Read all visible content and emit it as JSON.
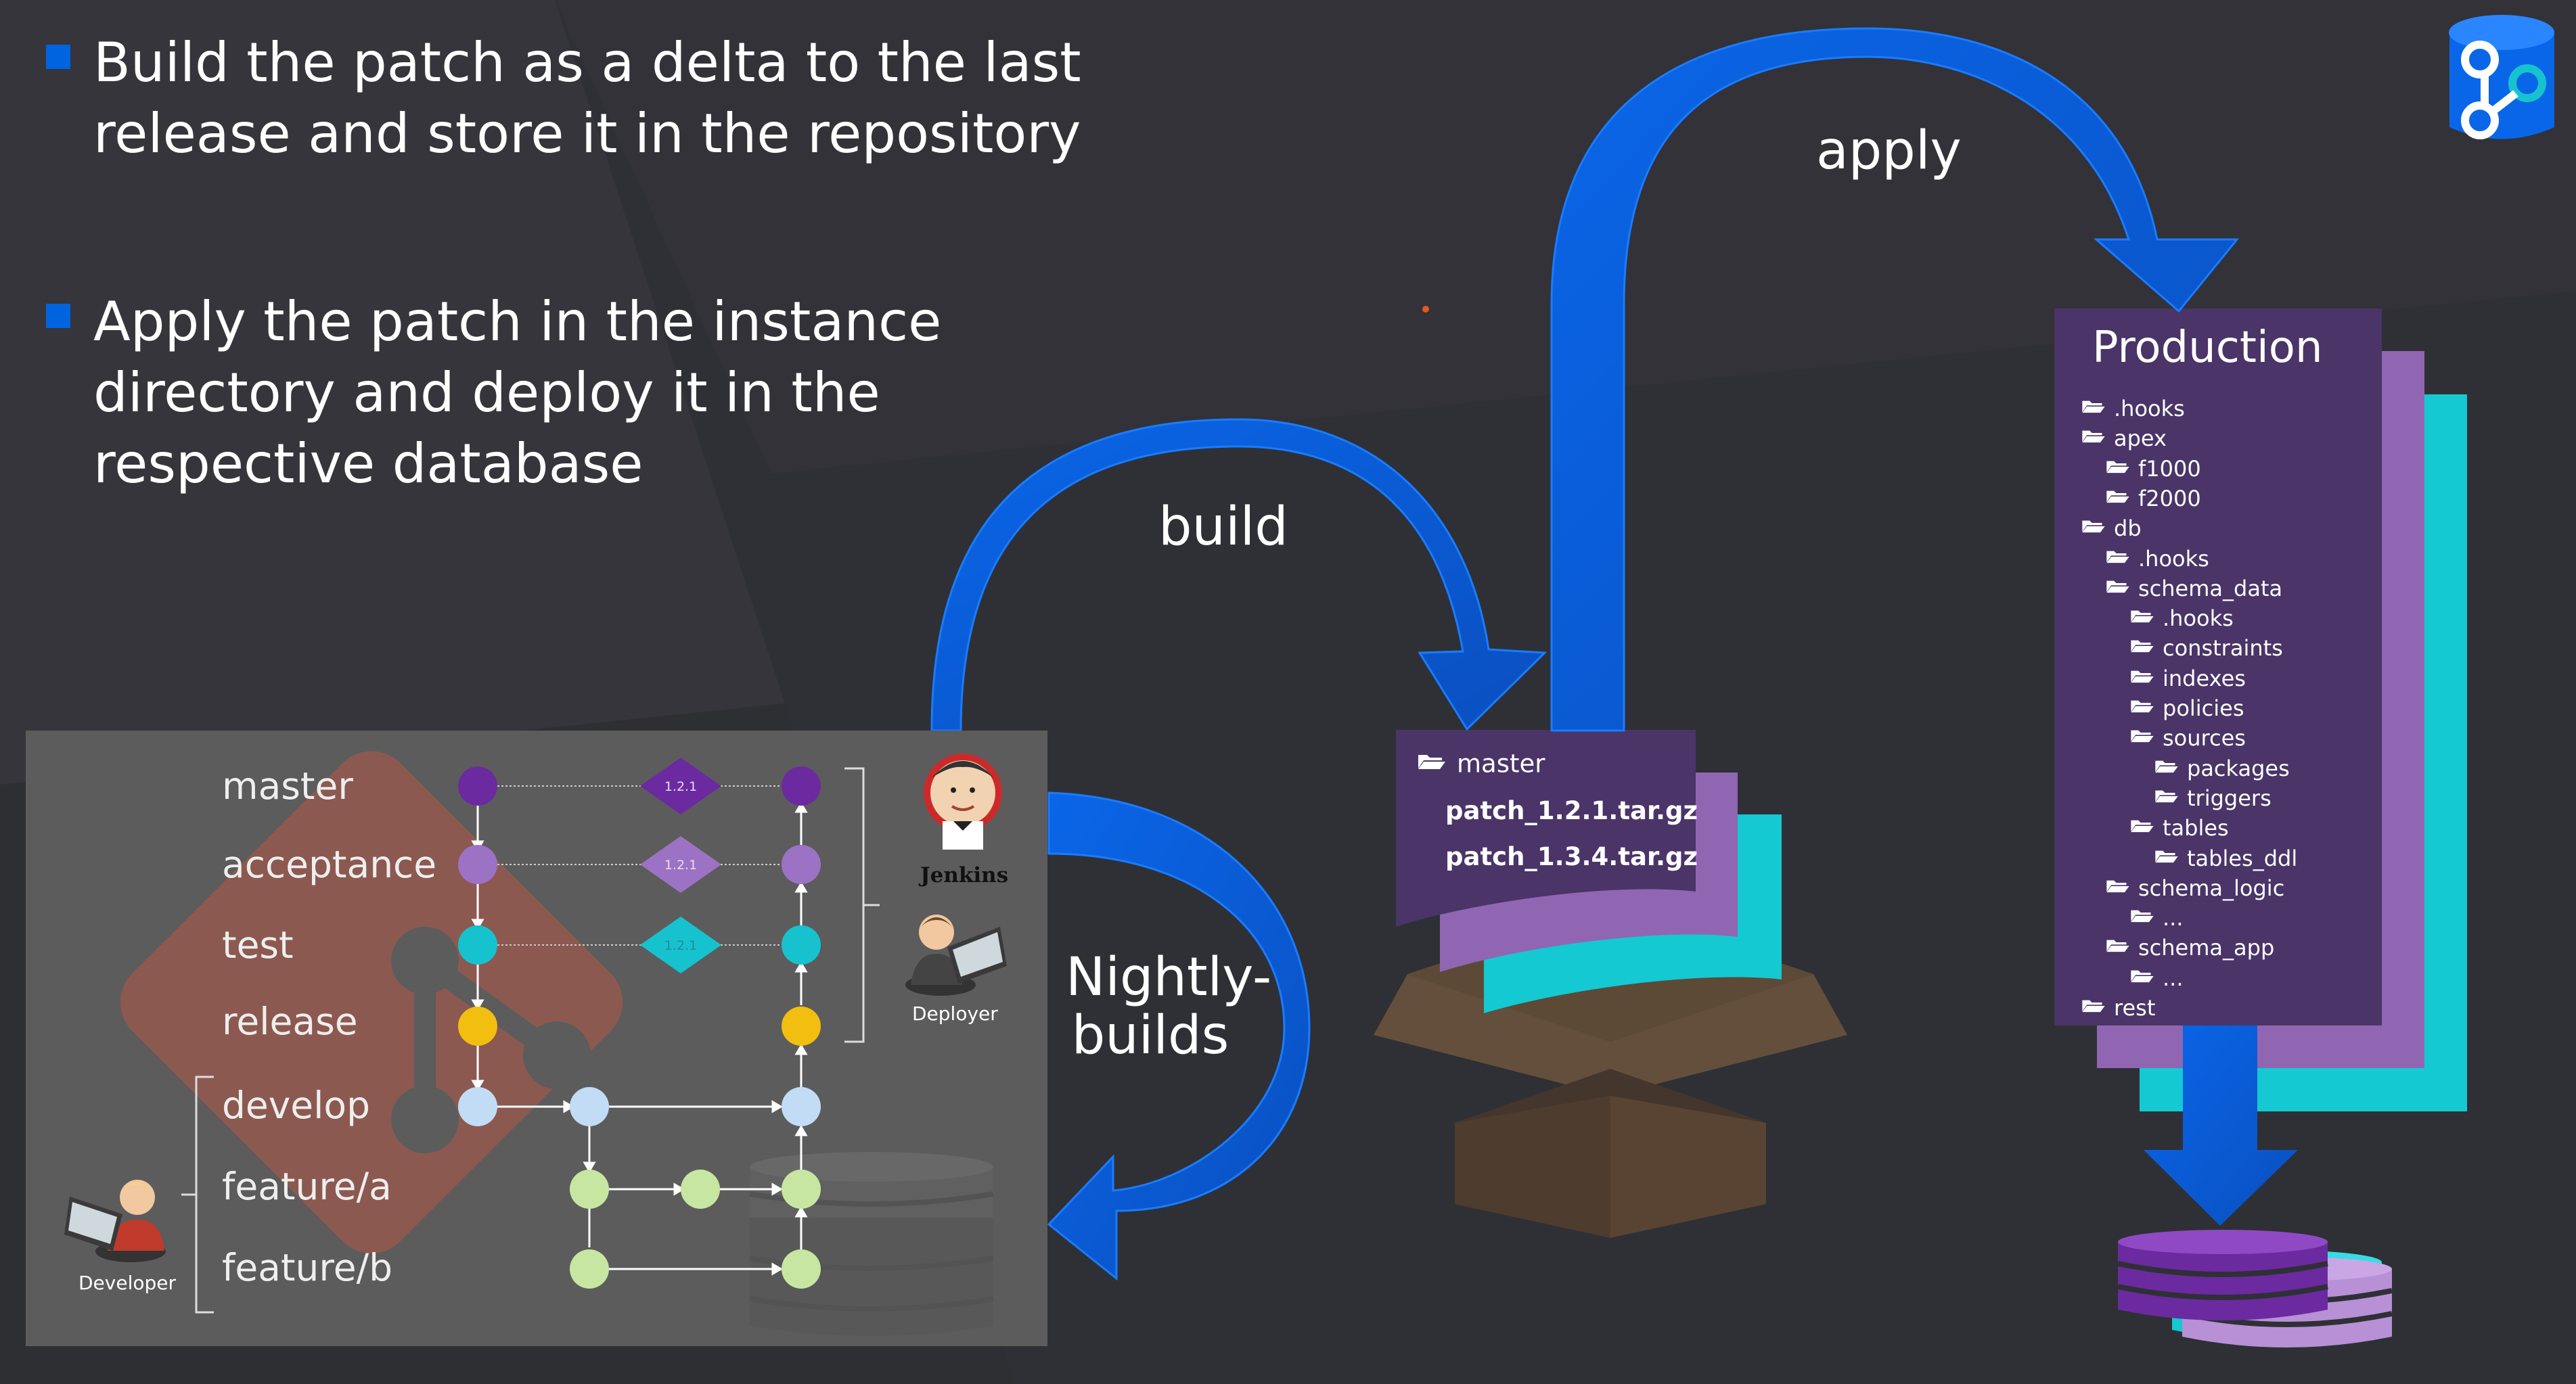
{
  "bullets": [
    {
      "lines": [
        "Build the patch as a delta to the last",
        "release and store it in the repository"
      ]
    },
    {
      "lines": [
        "Apply the patch in the instance",
        "directory and deploy it in the",
        "respective database"
      ]
    }
  ],
  "flow_labels": {
    "build": "build",
    "apply": "apply",
    "nightly": [
      "Nightly-",
      "builds"
    ]
  },
  "git_panel": {
    "branches": [
      "master",
      "acceptance",
      "test",
      "release",
      "develop",
      "feature/a",
      "feature/b"
    ],
    "tags": [
      "1.2.1",
      "1.2.1",
      "1.2.1"
    ],
    "jenkins_label": "Jenkins",
    "deployer_label": "Deployer",
    "developer_label": "Developer",
    "colors": {
      "master": "#6b2aa0",
      "acceptance": "#9c72c4",
      "test": "#17c2cf",
      "release": "#f2be10",
      "develop": "#c2dcf5",
      "feature": "#c6e6a2"
    }
  },
  "patch_doc": {
    "folder": "master",
    "files": [
      "patch_1.2.1.tar.gz",
      "patch_1.3.4.tar.gz"
    ]
  },
  "production": {
    "title": "Production",
    "tree": [
      {
        "label": ".hooks",
        "depth": 0
      },
      {
        "label": "apex",
        "depth": 0
      },
      {
        "label": "f1000",
        "depth": 1
      },
      {
        "label": "f2000",
        "depth": 1
      },
      {
        "label": "db",
        "depth": 0
      },
      {
        "label": ".hooks",
        "depth": 1
      },
      {
        "label": "schema_data",
        "depth": 1
      },
      {
        "label": ".hooks",
        "depth": 2
      },
      {
        "label": "constraints",
        "depth": 2
      },
      {
        "label": "indexes",
        "depth": 2
      },
      {
        "label": "policies",
        "depth": 2
      },
      {
        "label": "sources",
        "depth": 2
      },
      {
        "label": "packages",
        "depth": 3
      },
      {
        "label": "triggers",
        "depth": 3
      },
      {
        "label": "tables",
        "depth": 2
      },
      {
        "label": "tables_ddl",
        "depth": 3
      },
      {
        "label": "schema_logic",
        "depth": 1
      },
      {
        "label": "...",
        "depth": 2
      },
      {
        "label": "schema_app",
        "depth": 1
      },
      {
        "label": "...",
        "depth": 2
      },
      {
        "label": "rest",
        "depth": 0
      }
    ]
  },
  "colors": {
    "background": "#2f3035",
    "arrow_blue": "#0a5fd6",
    "bullet_blue": "#0063e0",
    "doc_dark_purple": "#4a3468",
    "doc_light_purple": "#9066b3",
    "doc_cyan": "#14c9d2"
  },
  "icons": [
    "folder-open-icon",
    "jenkins-icon",
    "deployer-icon",
    "developer-icon",
    "database-icon",
    "box-icon",
    "app-logo-icon",
    "git-logo-icon"
  ]
}
